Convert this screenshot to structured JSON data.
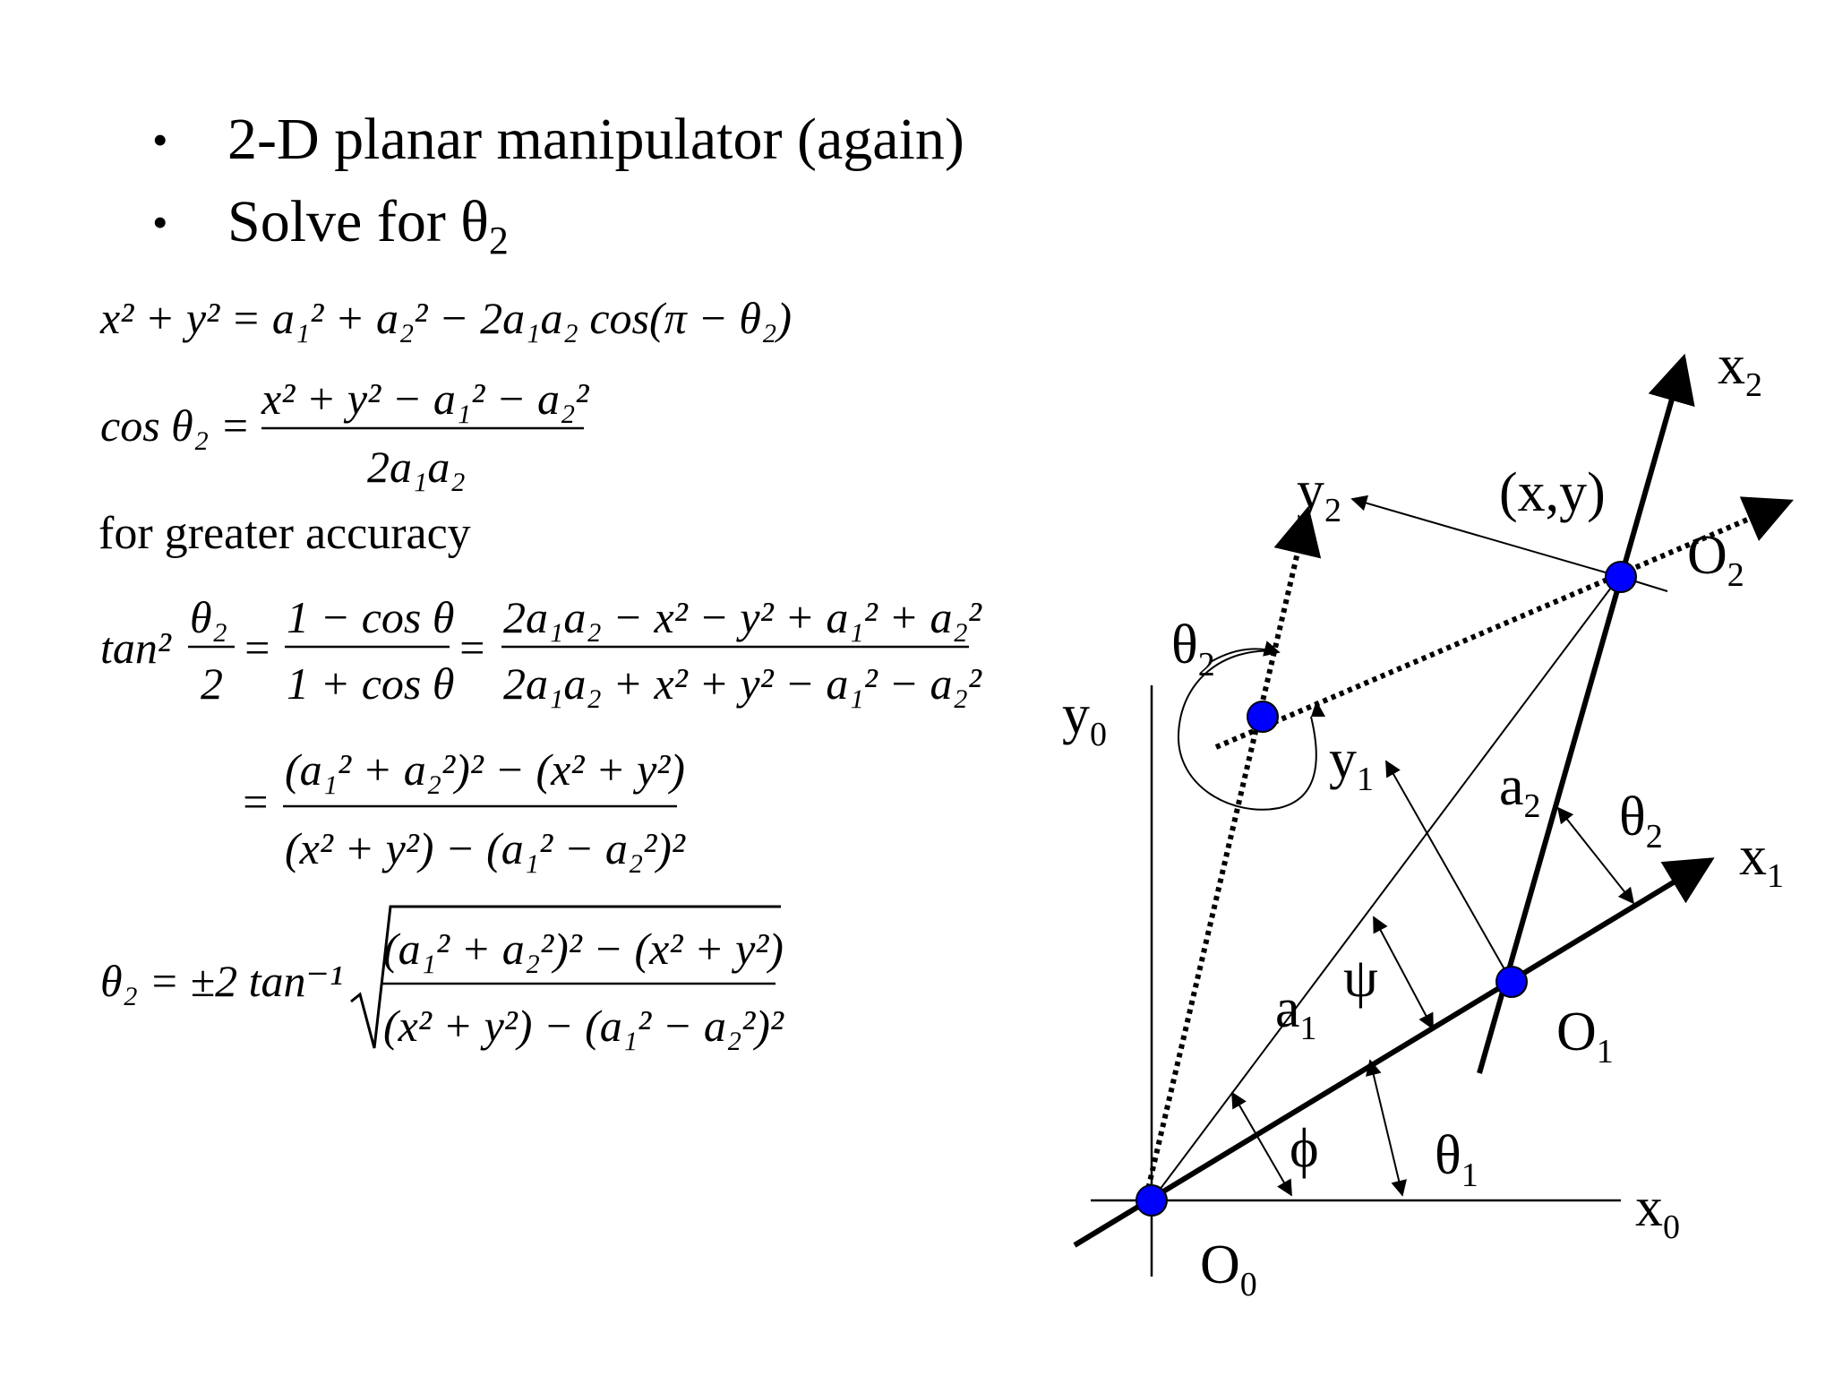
{
  "bullets": [
    {
      "text": "2-D planar manipulator (again)"
    },
    {
      "text": "Solve for θ",
      "sub": "2"
    }
  ],
  "bullet_char": "•",
  "note": "for greater accuracy",
  "equations": {
    "eq1": "x² + y² = a₁² + a₂² − 2a₁a₂ cos(π − θ₂)",
    "eq2_lhs": "cos θ₂ =",
    "eq2_num": "x² + y² − a₁² − a₂²",
    "eq2_den": "2a₁a₂",
    "eq3_lhs": "tan²",
    "eq3_frac1_num": "θ₂",
    "eq3_frac1_den": "2",
    "eq3_frac2_num": "1 − cos θ",
    "eq3_frac2_den": "1 + cos θ",
    "eq3_frac3_num": "2a₁a₂ − x² − y² + a₁² + a₂²",
    "eq3_frac3_den": "2a₁a₂ + x² + y² − a₁² − a₂²",
    "eq4_num": "(a₁² + a₂²)² − (x² + y²)",
    "eq4_den": "(x² + y²) − (a₁² − a₂²)²",
    "eq5_lhs": "θ₂ = ±2 tan⁻¹",
    "eq5_num": "(a₁² + a₂²)² − (x² + y²)",
    "eq5_den": "(x² + y²) − (a₁² − a₂²)²",
    "equals": "="
  },
  "diagram": {
    "labels": {
      "x2": {
        "main": "x",
        "sub": "2"
      },
      "y2": {
        "main": "y",
        "sub": "2"
      },
      "xy": {
        "main": "(x,y)",
        "sub": ""
      },
      "O2": {
        "main": "O",
        "sub": "2"
      },
      "theta2_top": {
        "main": "θ",
        "sub": "2"
      },
      "y0": {
        "main": "y",
        "sub": "0"
      },
      "y1": {
        "main": "y",
        "sub": "1"
      },
      "a2": {
        "main": "a",
        "sub": "2"
      },
      "theta2_right": {
        "main": "θ",
        "sub": "2"
      },
      "x1": {
        "main": "x",
        "sub": "1"
      },
      "psi": {
        "main": "ψ",
        "sub": ""
      },
      "a1": {
        "main": "a",
        "sub": "1"
      },
      "O1": {
        "main": "O",
        "sub": "1"
      },
      "phi": {
        "main": "ϕ",
        "sub": ""
      },
      "theta1": {
        "main": "θ",
        "sub": "1"
      },
      "x0": {
        "main": "x",
        "sub": "0"
      },
      "O0": {
        "main": "O",
        "sub": "0"
      }
    },
    "joint_color": "#0000ff",
    "joints": [
      "O0",
      "O1",
      "O2",
      "elbow-alt"
    ]
  }
}
